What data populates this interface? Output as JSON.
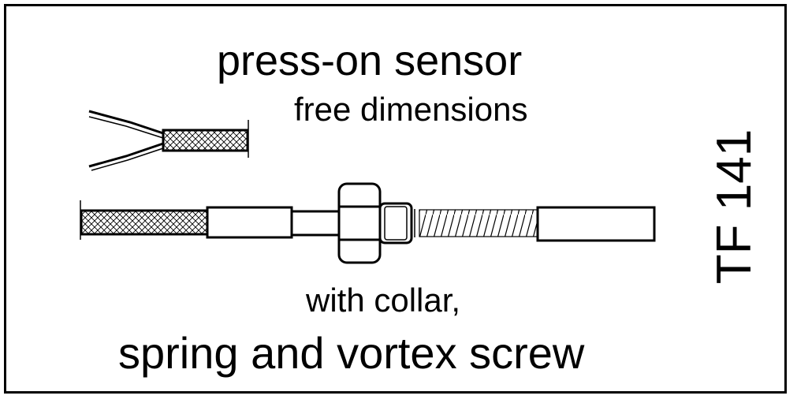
{
  "title": "press-on sensor",
  "subtitle": "free dimensions",
  "caption_line1": "with collar,",
  "caption_line2": "spring and vortex screw",
  "part_code": "TF 141"
}
